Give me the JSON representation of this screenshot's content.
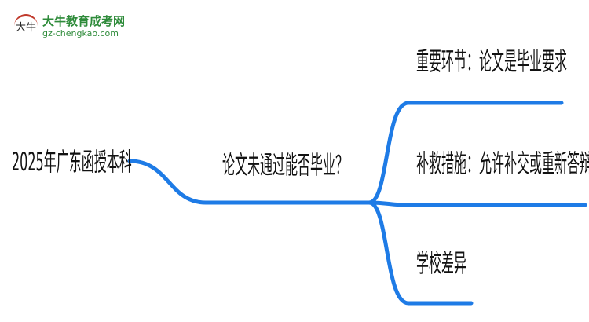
{
  "logo": {
    "mark": "大牛",
    "name": "大牛教育成考网",
    "url": "gz-chengkao.com"
  },
  "root": {
    "label": "2025年广东函授本科"
  },
  "center": {
    "label": "论文未通过能否毕业？"
  },
  "branches": [
    {
      "label": "重要环节：论文是毕业要求"
    },
    {
      "label": "补救措施：允许补交或重新答辩"
    },
    {
      "label": "学校差异"
    }
  ],
  "colors": {
    "line": "#1e7be6"
  }
}
